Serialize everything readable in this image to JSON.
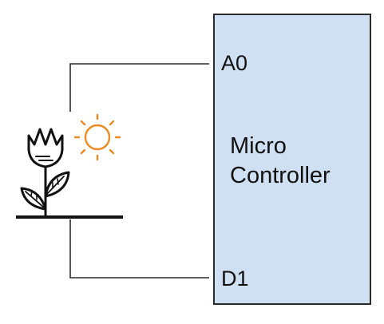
{
  "colors": {
    "controller_fill": "#cfe0f3",
    "controller_stroke": "#2b2b2b",
    "wire": "#2b2b2b",
    "sun": "#ee8a1e",
    "plant": "#111111"
  },
  "controller": {
    "line1": "Micro",
    "line2": "Controller"
  },
  "pins": {
    "analog": "A0",
    "digital": "D1"
  },
  "icons": {
    "plant": "tulip-plant-icon",
    "sun": "sun-icon"
  }
}
